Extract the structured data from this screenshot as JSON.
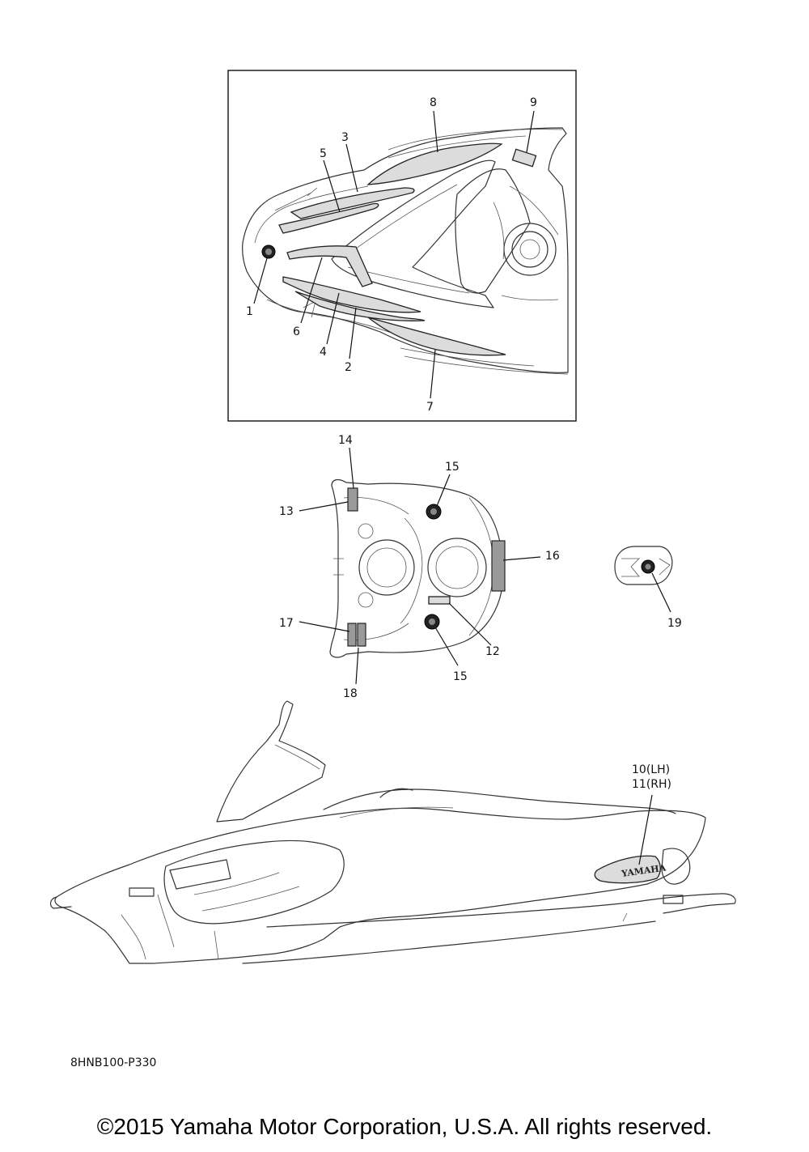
{
  "callouts": {
    "c1": "1",
    "c2": "2",
    "c3": "3",
    "c4": "4",
    "c5": "5",
    "c6": "6",
    "c7": "7",
    "c8": "8",
    "c9": "9",
    "c10": "10(LH)",
    "c11": "11(RH)",
    "c12": "12",
    "c13": "13",
    "c14": "14",
    "c15a": "15",
    "c15b": "15",
    "c16": "16",
    "c17": "17",
    "c18": "18",
    "c19": "19"
  },
  "diagram_code": "8HNB100-P330",
  "decal_logo_text": "YAMAHA",
  "copyright": "©2015 Yamaha Motor Corporation, U.S.A. All rights reserved."
}
